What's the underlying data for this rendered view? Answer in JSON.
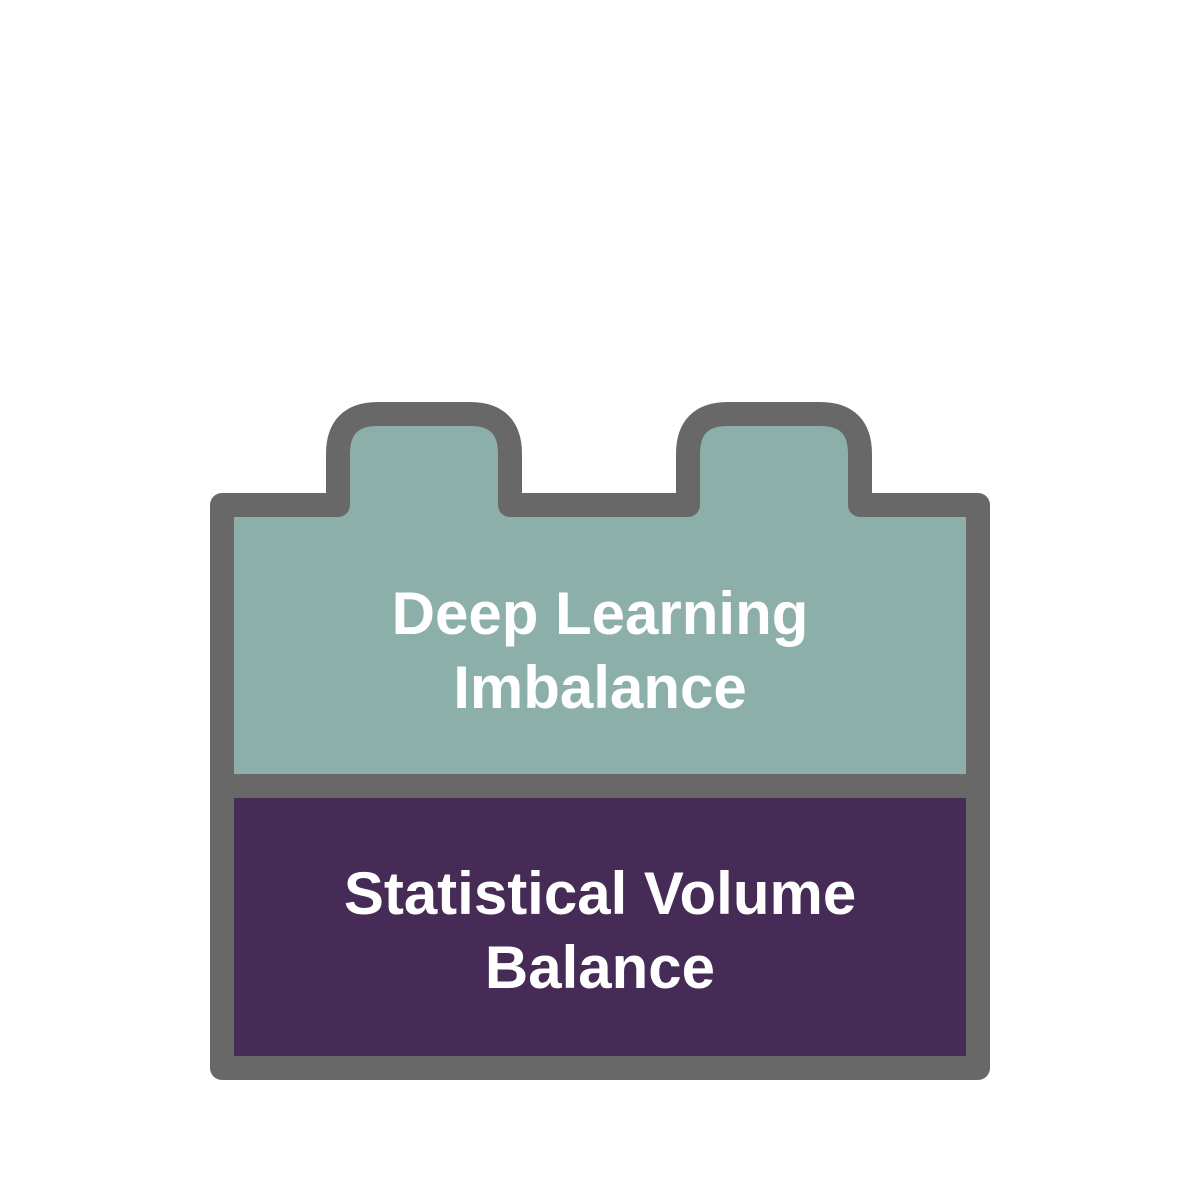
{
  "blocks": {
    "top": {
      "text_line1": "Deep Learning",
      "text_line2": "Imbalance",
      "color": "#8cb0a9"
    },
    "bottom": {
      "text_line1": "Statistical Volume",
      "text_line2": "Balance",
      "color": "#452b56"
    }
  },
  "outline_color": "#686868"
}
